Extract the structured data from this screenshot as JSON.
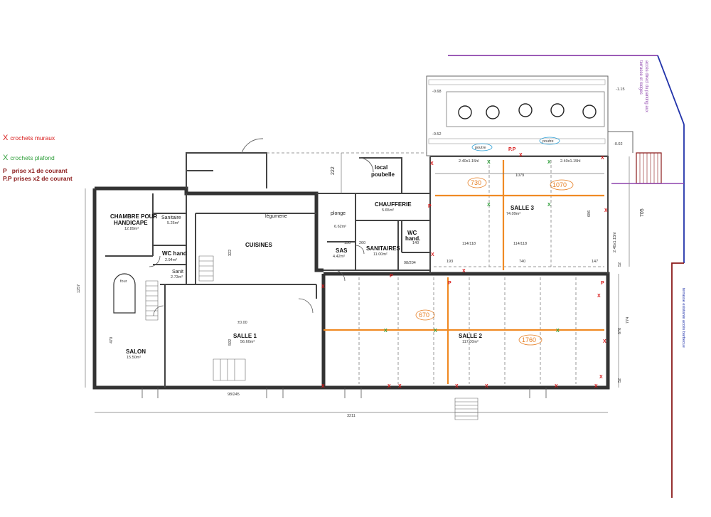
{
  "legend": {
    "wall_hooks": {
      "mark": "X",
      "label": "crochets muraux"
    },
    "ceiling_hooks": {
      "mark": "X",
      "label": "crochets plafond"
    },
    "outlet_single": {
      "mark": "P",
      "label": "prise x1  de courant"
    },
    "outlet_double": {
      "mark": "P.P",
      "label": "prises x2 de courant"
    }
  },
  "colors": {
    "wall": "#333333",
    "red_mark": "#d81b1b",
    "green_mark": "#2e9e3a",
    "orange_beam": "#f08a24",
    "purple_line": "#8e44ad",
    "blue_line": "#2233aa",
    "maroon_line": "#8b1a1a",
    "dim": "#555555"
  },
  "rooms": {
    "chambre": {
      "name1": "CHAMBRE POUR",
      "name2": "HANDICAPE",
      "area": "12.89m²"
    },
    "sanitaire1": {
      "name": "Sanitaire",
      "area": "5.25m²"
    },
    "wc_hand1": {
      "name": "WC hand",
      "area": "2.94m²"
    },
    "sanit2": {
      "name": "Sanit",
      "area": "2.73m²"
    },
    "cuisines": {
      "name": "CUISINES"
    },
    "legumerie": {
      "name": "légumerie"
    },
    "plonge": {
      "name": "plonge"
    },
    "chaufferie": {
      "name": "CHAUFFERIE",
      "area": "5.65m²"
    },
    "local_poubelle": {
      "name1": "local",
      "name2": "poubelle"
    },
    "sas": {
      "name": "SAS",
      "area": "4.42m²"
    },
    "sanitaires": {
      "name": "SANITAIRES",
      "area": "11.00m²"
    },
    "wc_hand2": {
      "name1": "WC",
      "name2": "hand."
    },
    "salle1": {
      "name": "SALLE 1",
      "area": "56.60m²"
    },
    "salon": {
      "name": "SALON",
      "area": "15.50m²"
    },
    "salle2": {
      "name": "SALLE 2",
      "area": "117.00m²"
    },
    "salle3": {
      "name": "SALLE 3",
      "area": "74.09m²"
    },
    "four": {
      "name": "four"
    }
  },
  "beam_labels": {
    "b730": "730",
    "b1070": "1070",
    "b670": "670",
    "b1760": "1760",
    "poutre1": "poutre",
    "poutre2": "poutre"
  },
  "dimensions": {
    "d3211": "3211",
    "d1257": "1257",
    "d705": "705",
    "d774": "774",
    "d670": "670",
    "d1079": "1079",
    "d740": "740",
    "d686": "686",
    "d222": "222",
    "d470": "470",
    "d52a": "52",
    "d52b": "52",
    "d193": "193",
    "d147": "147",
    "d592": "592",
    "d322": "322",
    "d98_245": "98/245",
    "d240_115a": "2.40x1.15hl",
    "d240_115b": "2.40x1.15hl",
    "d240_115c": "2.40x1.15hl",
    "d068": "-0.68",
    "d052": "-0.52",
    "d115": "-1.15",
    "d002": "-0.02",
    "d114_118a": "114/118",
    "d114_118b": "114/118",
    "d000": "±0.00",
    "d662": "6.62m²",
    "d260": "260",
    "d150": "150",
    "d140": "140",
    "d9_8_204": "98/204"
  },
  "annotations": {
    "terrasse1": "terrasse et lodges",
    "terrasse2": "accès direct du parking aux",
    "terrasse3": "terrasse existante accès barbecue"
  }
}
